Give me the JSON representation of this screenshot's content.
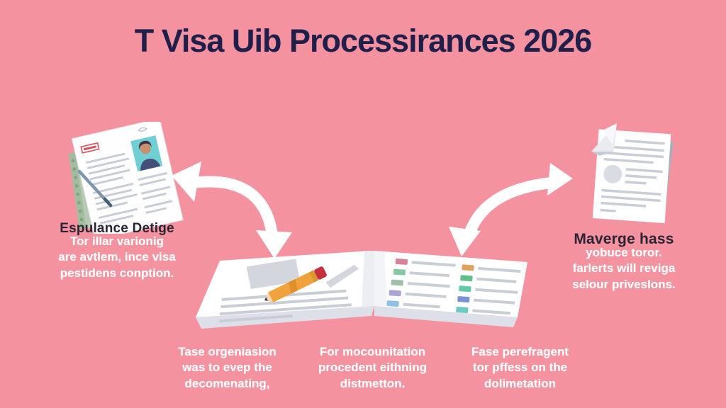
{
  "title": "T Visa Uib Processirances 2026",
  "left_block": {
    "heading": "Espulance Detige",
    "line1": "Tor illar varionig",
    "line2": "are avtlem, ince visa",
    "line3": "pestidens conption."
  },
  "right_block": {
    "heading": "Maverge hass",
    "line1": "yobuce toror.",
    "line2": "farlerts will reviga",
    "line3": "selour priveslons."
  },
  "captions": {
    "left": {
      "line1": "Tase orgeniasion",
      "line2": "was to evep the",
      "line3": "decomenating,"
    },
    "center": {
      "line1": "For mocounitation",
      "line2": "procedent eithning",
      "line3": "distmetton."
    },
    "right": {
      "line1": "Fase perefragent",
      "line2": "tor pffess on the",
      "line3": "dolimetation"
    }
  },
  "icons": {
    "left_illustration": "resume-documents-illustration",
    "center_illustration": "open-book-with-pencil-illustration",
    "right_illustration": "document-with-folded-corner-illustration",
    "arrow_left": "curved-arrow-left",
    "arrow_right": "curved-arrow-right"
  },
  "colors": {
    "background": "#f5929f",
    "title_text": "#1f1f4b",
    "heading_text": "#2a2433",
    "body_text": "#ffffff",
    "arrow": "#ffffff",
    "pencil_orange": "#f0a23c",
    "pencil_eraser_red": "#c5303c",
    "notebook_green": "#b7cbb2",
    "photo_teal": "#6fcfd2",
    "label_red": "#d8505c",
    "paper_shadow_gray": "#a9aebb",
    "text_line_gray": "#c9cdd6",
    "list_tabs_left_column": [
      "#d88295",
      "#84c9a1",
      "#9fbfa8",
      "#a8a4d8",
      "#8fc3e4"
    ],
    "list_tabs_right_column": [
      "#dfa263",
      "#5fbe8a",
      "#63c9a8",
      "#7b93d4",
      "#6cc9c4"
    ]
  }
}
